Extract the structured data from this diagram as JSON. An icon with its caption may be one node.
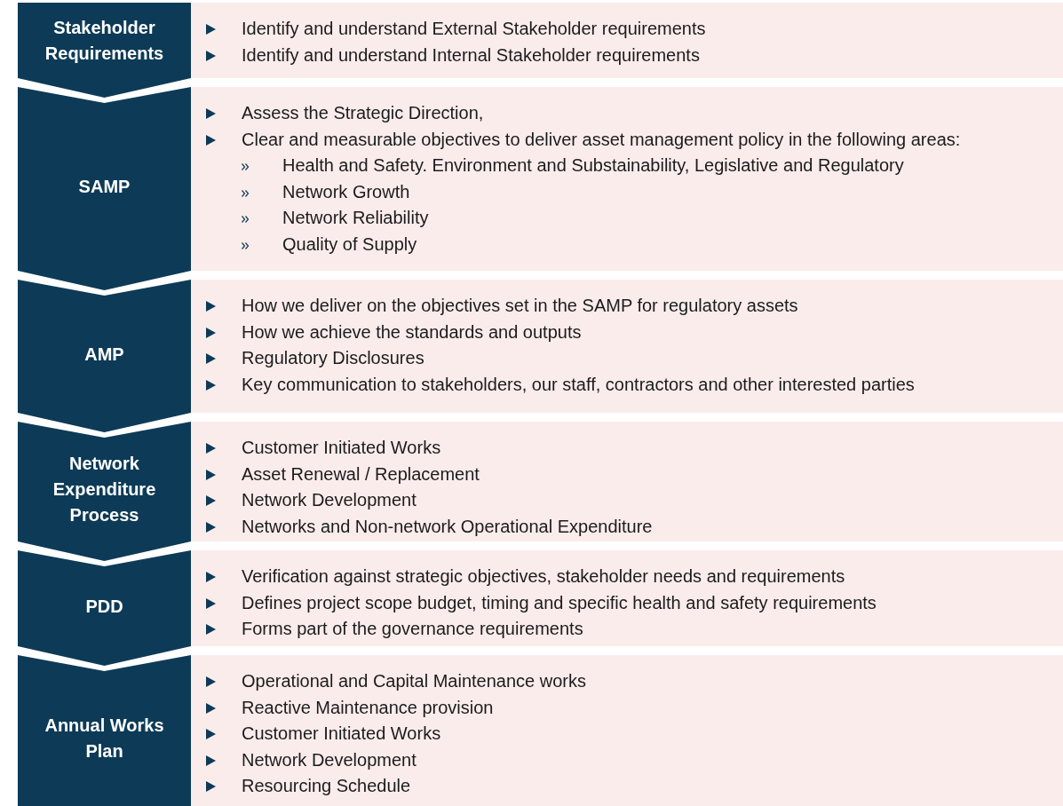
{
  "diagram": {
    "nodes": [
      {
        "text": [
          "Stakeholder Requirements"
        ]
      },
      {
        "text": [
          "Identify and understand External Stakeholder requirements",
          "Identify and understand Internal Stakeholder requirements"
        ]
      },
      {
        "text": [
          "SAMP"
        ]
      },
      {
        "text": [
          "Assess the Strategic Direction,",
          "Clear and measurable objectives to deliver asset management policy in the following areas:"
        ]
      },
      {
        "text": [
          "Health and Safety. Environment and Substainability, Legislative and Regulatory",
          "Network Growth",
          "Network Reliability",
          "Quality of Supply"
        ],
        "in": 3
      },
      {
        "text": [
          "AMP"
        ]
      },
      {
        "text": [
          "How we deliver on the objectives set in the SAMP for regulatory assets",
          "How we achieve the standards and outputs",
          "Regulatory Disclosures",
          "Key communication to stakeholders, our staff, contractors and other interested parties"
        ]
      },
      {
        "text": [
          "Network Expenditure Process"
        ]
      },
      {
        "text": [
          "Customer Initiated Works",
          "Asset Renewal / Replacement",
          "Network Development",
          "Networks and Non-network Operational Expenditure"
        ]
      },
      {
        "text": [
          "PDD"
        ]
      },
      {
        "text": [
          "Verification against strategic objectives, stakeholder needs and requirements",
          "Defines project scope budget, timing and specific health and safety requirements",
          "Forms part of the governance requirements"
        ]
      },
      {
        "text": [
          "Annual Works Plan"
        ]
      },
      {
        "text": [
          "Operational and Capital Maintenance works",
          "Reactive Maintenance provision",
          "Customer Initiated Works",
          "Network Development",
          "Resourcing Schedule"
        ]
      }
    ]
  }
}
